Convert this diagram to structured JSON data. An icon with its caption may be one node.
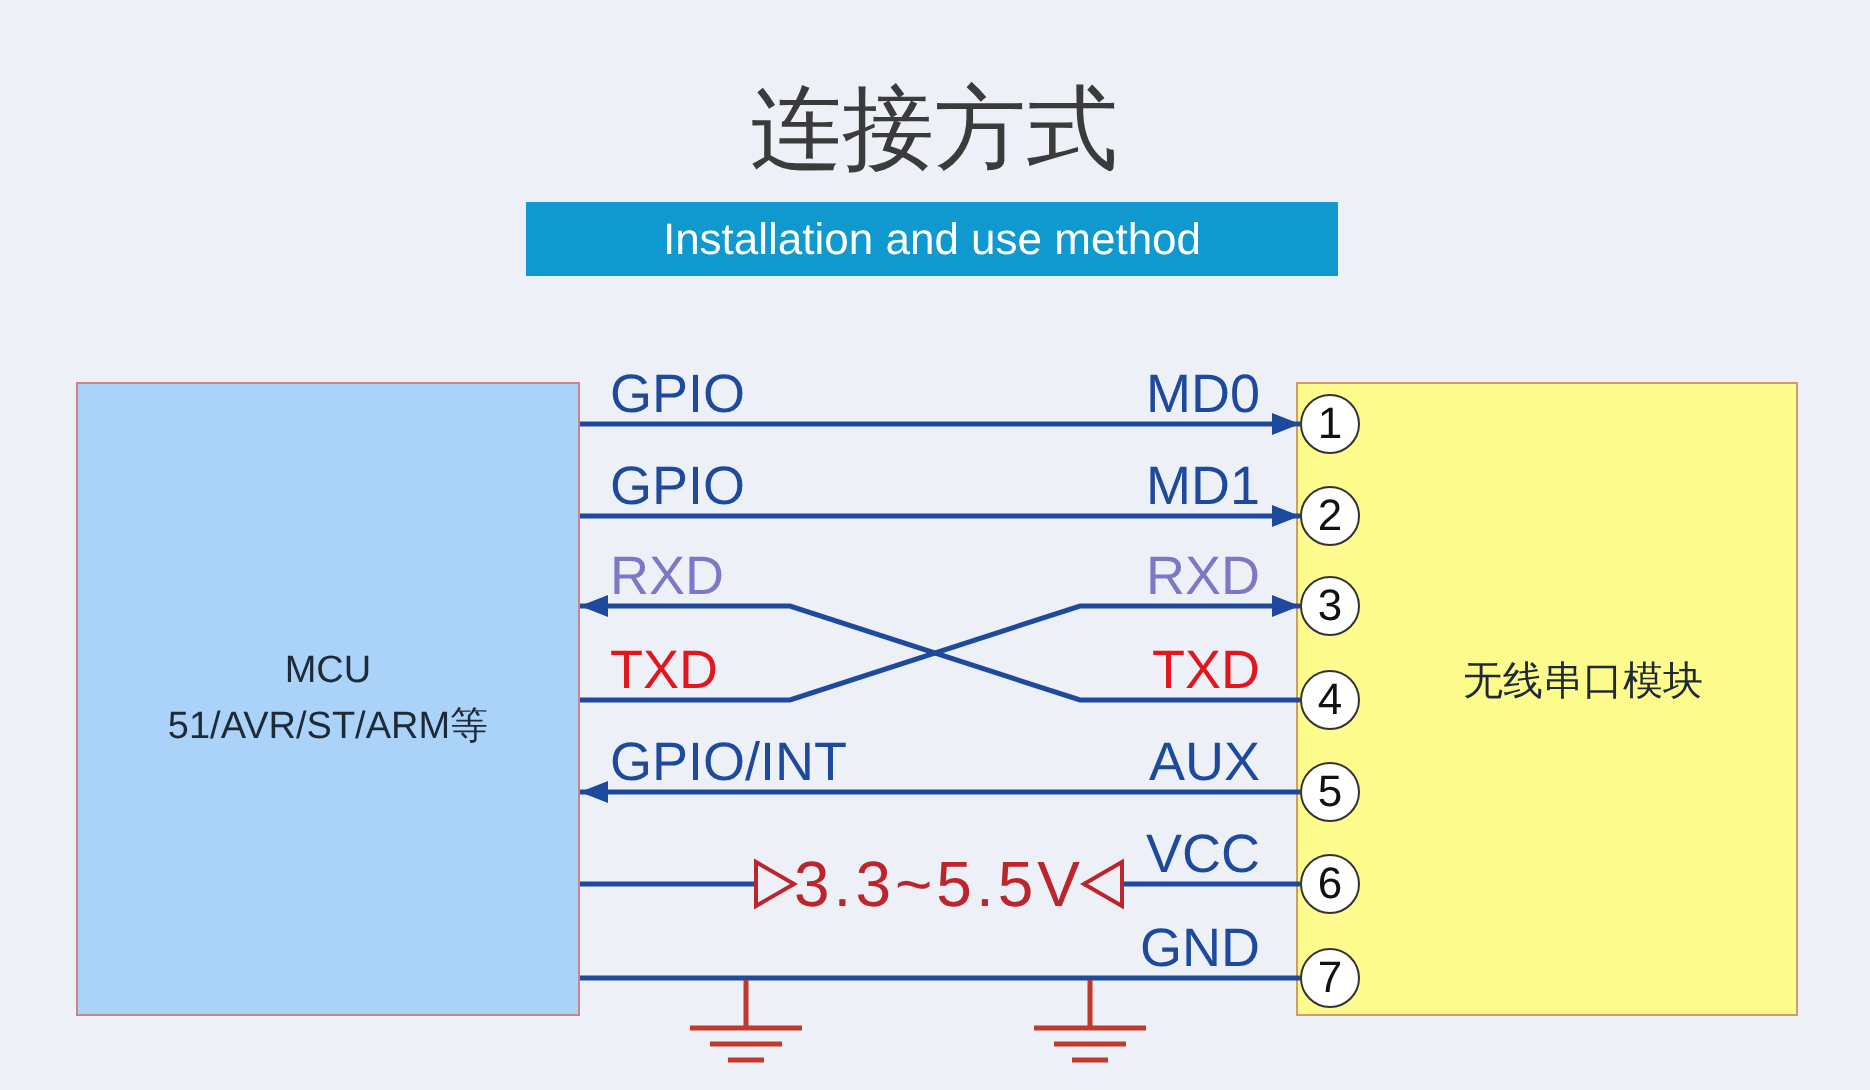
{
  "diagram": {
    "title": "连接方式",
    "nodes": [
      {
        "text": [
          "Installation and use method"
        ]
      },
      {
        "text": [
          "MCU",
          "51/AVR/ST/ARM等"
        ]
      },
      {
        "text": [
          "无线串口模块"
        ]
      },
      {
        "text": [
          "1"
        ],
        "in": 2
      },
      {
        "text": [
          "2"
        ],
        "in": 2
      },
      {
        "text": [
          "3"
        ],
        "in": 2
      },
      {
        "text": [
          "4"
        ],
        "in": 2
      },
      {
        "text": [
          "5"
        ],
        "in": 2
      },
      {
        "text": [
          "6"
        ],
        "in": 2
      },
      {
        "text": [
          "7"
        ],
        "in": 2
      },
      {
        "text": [
          "3.3~5.5V"
        ]
      }
    ],
    "edges": [
      {
        "from": 1,
        "to": 3,
        "arrow": "to"
      },
      {
        "from": 1,
        "to": 4,
        "arrow": "to"
      },
      {
        "from": 6,
        "to": 1,
        "arrow": "to"
      },
      {
        "from": 1,
        "to": 5,
        "arrow": "to"
      },
      {
        "from": 7,
        "to": 1,
        "arrow": "to"
      },
      {
        "from": 1,
        "to": 10,
        "arrow": "to"
      },
      {
        "from": 8,
        "to": 10,
        "arrow": "to"
      },
      {
        "from": 1,
        "to": 9,
        "arrow": "none"
      }
    ],
    "labels": [
      "GPIO",
      "MD0",
      "GPIO",
      "MD1",
      "RXD",
      "RXD",
      "TXD",
      "TXD",
      "GPIO/INT",
      "AUX",
      "VCC",
      "GND"
    ]
  }
}
